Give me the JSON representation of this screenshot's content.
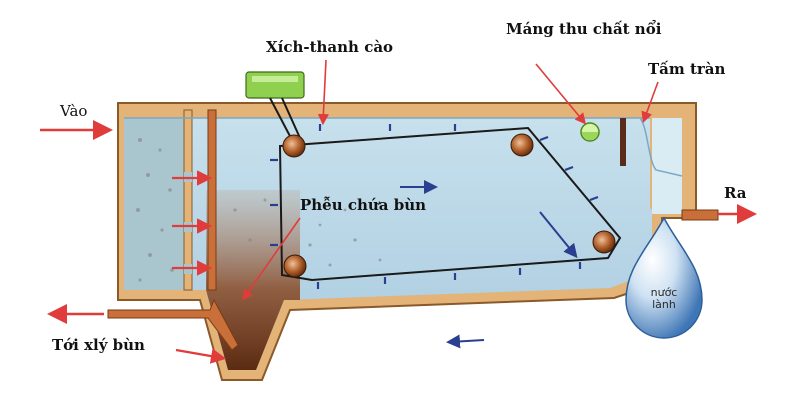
{
  "labels": {
    "inlet": "Vào",
    "scraper_chain": "Xích-thanh cào",
    "scum_trough": "Máng thu chất nổi",
    "weir_plate": "Tấm tràn",
    "outlet": "Ra",
    "sludge_hopper": "Phễu chứa bùn",
    "to_sludge_treatment": "Tới xlý bùn"
  },
  "droplet": {
    "line1": "nước",
    "line2": "lành"
  },
  "colors": {
    "wall": "#e3b378",
    "wall_stroke": "#8a5a2b",
    "water": "#b9d7e6",
    "water_surface": "#8fb7d0",
    "sludge": "#7a3f1e",
    "arrow_red": "#e03c3c",
    "arrow_blue": "#2a3f8f",
    "chain": "#1a1a1a",
    "sprocket": "#a85a2a",
    "motor": "#8fd14f",
    "pipe": "#c9703a",
    "droplet": "#5a8fc7"
  }
}
